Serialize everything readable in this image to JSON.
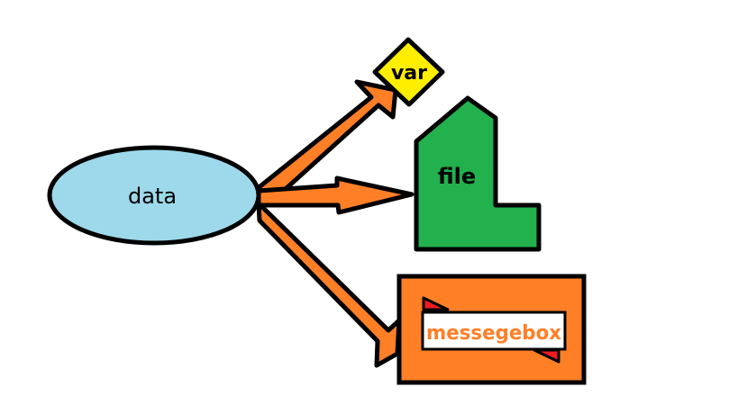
{
  "nodes": {
    "data": {
      "label": "data"
    },
    "var": {
      "label": "var"
    },
    "file": {
      "label": "file"
    },
    "messagebox": {
      "label": "messegebox"
    }
  },
  "edges": [
    {
      "from": "data",
      "to": "var"
    },
    {
      "from": "data",
      "to": "file"
    },
    {
      "from": "data",
      "to": "messagebox"
    }
  ],
  "colors": {
    "ellipse_fill": "#9dd9ea",
    "var_fill": "#ffee00",
    "file_fill": "#22b14c",
    "message_fill": "#ff7f27",
    "arrow_fill": "#ff7f27",
    "accent_red": "#ed1c24",
    "label_orange": "#ff7f27",
    "outline": "#000000",
    "white": "#ffffff"
  }
}
